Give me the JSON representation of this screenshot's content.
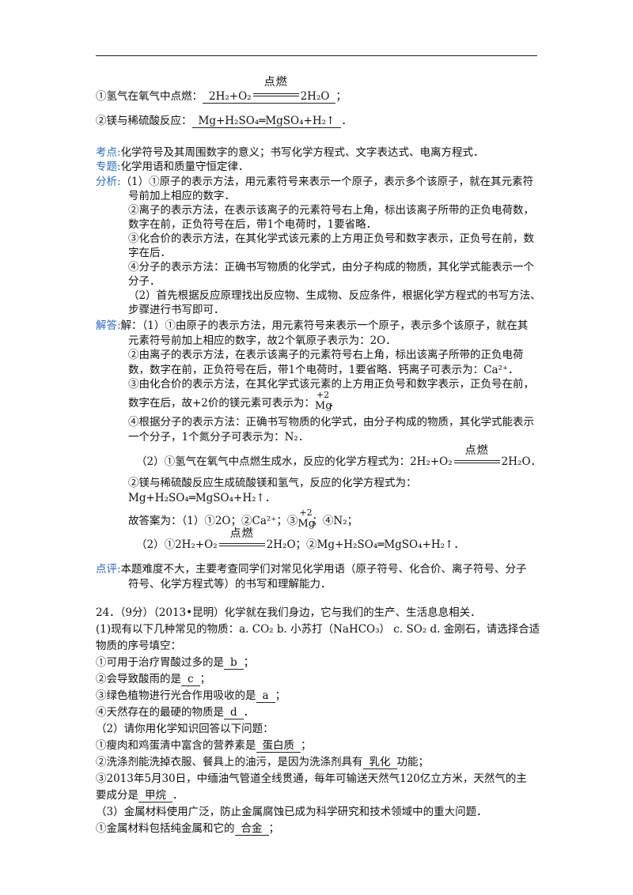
{
  "eq_condition": "点燃",
  "top": {
    "l1_pre": "①氢气在氧气中点燃：",
    "l1_end": "；",
    "l2_pre": "②镁与稀硫酸反应：",
    "l2_ans": "Mg+H₂SO₄═MgSO₄+H₂↑",
    "l2_end": "．"
  },
  "labels": {
    "kaodian": "考点:",
    "zhuanti": "专题:",
    "fenxi": "分析:",
    "jieda": "解答:",
    "dianping": "点评:"
  },
  "kaodian_text": "化学符号及其周围数字的意义；书写化学方程式、文字表达式、电离方程式．",
  "zhuanti_text": "化学用语和质量守恒定律．",
  "fenxi": [
    "（1）①原子的表示方法，用元素符号来表示一个原子，表示多个该原子，就在其元素符",
    "号前加上相应的数字．",
    "②离子的表示方法，在表示该离子的元素符号右上角，标出该离子所带的正负电荷数，",
    "数字在前，正负符号在后，带1个电荷时，1要省略．",
    "③化合价的表示方法，在其化学式该元素的上方用正负号和数字表示，正负号在前，数",
    "字在后．",
    "④分子的表示方法：正确书写物质的化学式，由分子构成的物质，其化学式能表示一个",
    "分子．",
    "（2）首先根据反应原理找出反应物、生成物、反应条件，根据化学方程式的书写方法、",
    "步骤进行书写即可．"
  ],
  "jieda": {
    "l1": "解：（1）①由原子的表示方法，用元素符号来表示一个原子，表示多个该原子，就在其",
    "l2": "元素符号前加上相应的数字，故2个氧原子表示为：2O．",
    "l3": "②由离子的表示方法，在表示该离子的元素符号右上角，标出该离子所带的正负电荷",
    "l4": "数，数字在前，正负符号在后，带1个电荷时，1要省略．钙离子可表示为：Ca²⁺．",
    "l5": "③由化合价的表示方法，在其化学式该元素的上方用正负号和数字表示，正负号在前，",
    "l6_pre": "数字在后，故+2价的镁元素可表示为：",
    "l6_end": "．",
    "l7": "④根据分子的表示方法：正确书写物质的化学式，由分子构成的物质，其化学式能表示",
    "l8": "一个分子，1个氮分子可表示为：N₂．",
    "l9_pre": "（2）①氢气在氧气中点燃生成水，反应的化学方程式为：",
    "l9_end": "．",
    "l10": "②镁与稀硫酸反应生成硫酸镁和氢气，反应的化学方程式为：",
    "l11": "Mg+H₂SO₄═MgSO₄+H₂↑．",
    "l12_pre": "故答案为：（1）①2O；②Ca²⁺；③",
    "l12_end": "；④N₂；",
    "l13_pre": "（2）①",
    "l13_mid": "；②Mg+H₂SO₄═MgSO₄+H₂↑．"
  },
  "valence": {
    "val": "+2",
    "elem": "Mg"
  },
  "eq_left": "2H₂+O₂",
  "eq_right": "2H₂O",
  "dianping": [
    "本题难度不大，主要考查同学们对常见化学用语（原子符号、化合价、离子符号、分子",
    "符号、化学方程式等）的书写和理解能力．"
  ],
  "q24": {
    "title": "24．（9分）（2013•昆明）化学就在我们身边，它与我们的生产、生活息息相关．",
    "p1a": "(1)现有以下几种常见的物质：a. CO₂  b. 小苏打（NaHCO₃）   c. SO₂  d. 金刚石，请选择合适",
    "p1b": "物质的序号填空：",
    "i1_pre": "①可用于治疗胃酸过多的是",
    "i1_ans": "b",
    "i1_end": "；",
    "i2_pre": "②会导致酸雨的是",
    "i2_ans": "c",
    "i2_end": "；",
    "i3_pre": "③绿色植物进行光合作用吸收的是",
    "i3_ans": "a",
    "i3_end": "；",
    "i4_pre": "④天然存在的最硬的物质是",
    "i4_ans": "d",
    "i4_end": "．",
    "p2": "（2）请你用化学知识回答以下问题：",
    "j1_pre": "①瘦肉和鸡蛋清中富含的营养素是",
    "j1_ans": "蛋白质",
    "j1_end": "；",
    "j2_pre": "②洗涤剂能洗掉衣服、餐具上的油污，是因为洗涤剂具有",
    "j2_ans": "乳化",
    "j2_end": "功能；",
    "j3a": "③2013年5月30日，中缅油气管道全线贯通，每年可输送天然气120亿立方米，天然气的主",
    "j3b_pre": "要成分是",
    "j3b_ans": "甲烷",
    "j3b_end": "．",
    "p3": "（3）金属材料使用广泛，防止金属腐蚀已成为科学研究和技术领域中的重大问题．",
    "k1_pre": "①金属材料包括纯金属和它的",
    "k1_ans": "合金",
    "k1_end": "；"
  }
}
